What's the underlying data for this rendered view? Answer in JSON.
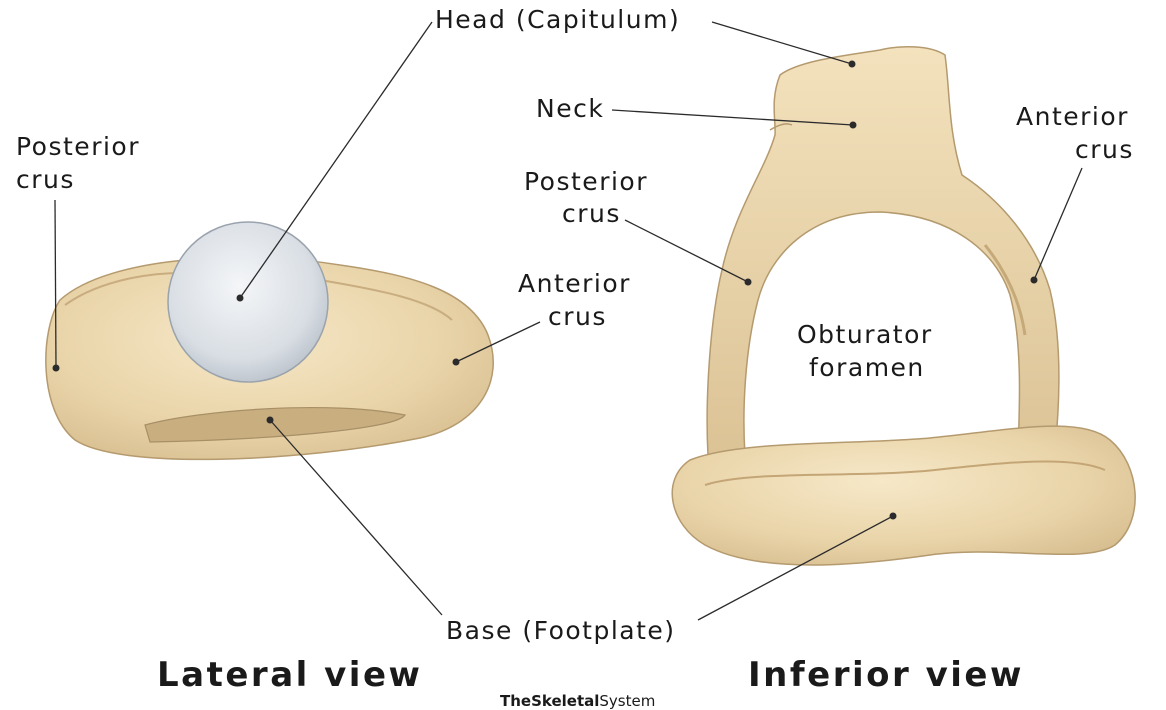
{
  "labels": {
    "head": "Head (Capitulum)",
    "neck": "Neck",
    "posterior_crus_left": [
      "Posterior",
      "crus"
    ],
    "anterior_crus_left": [
      "Anterior",
      "crus"
    ],
    "posterior_crus_right": [
      "Posterior",
      "crus"
    ],
    "anterior_crus_right": [
      "Anterior",
      "crus"
    ],
    "obturator_foramen": [
      "Obturator",
      "foramen"
    ],
    "base": "Base (Footplate)"
  },
  "views": {
    "lateral": "Lateral view",
    "inferior": "Inferior view"
  },
  "watermark": {
    "bold": "TheSkeletal",
    "normal": "System"
  },
  "colors": {
    "bone": "#ecd9b0",
    "bone_shadow": "#cdb387",
    "bone_outline": "#a88f66",
    "head_cap": "#dfe3e8",
    "leader": "#2b2b2b"
  }
}
